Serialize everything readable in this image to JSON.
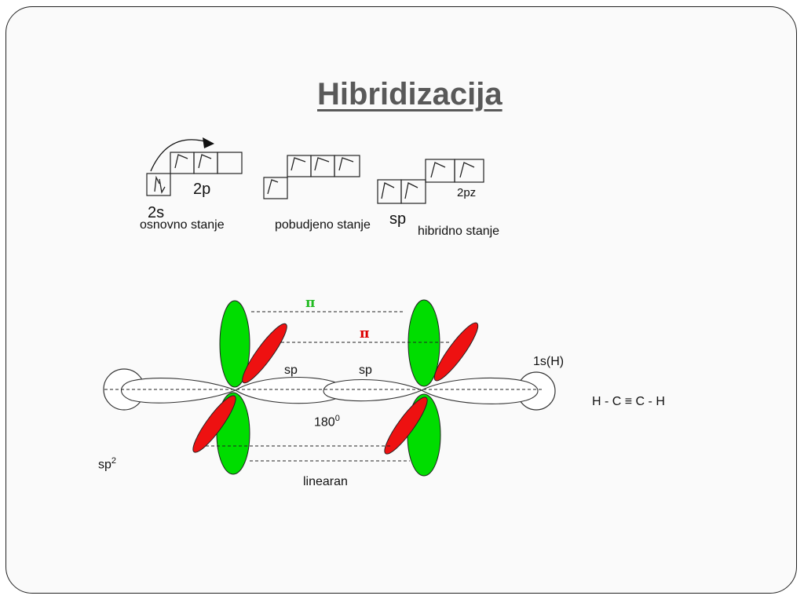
{
  "slide": {
    "title": "Hibridizacija",
    "config": {
      "orbital_2s": "2s",
      "orbital_2p": "2p",
      "ground_state": "osnovno stanje",
      "excited_state": "pobudjeno stanje",
      "orbital_sp": "sp",
      "orbital_2pz": "2pz",
      "hybrid_state": "hibridno stanje"
    },
    "diagram": {
      "pi_top": "π",
      "pi_mid": "π",
      "sp_left": "sp",
      "sp_right": "sp",
      "hydrogen_orbital": "1s(H)",
      "angle_base": "180",
      "angle_sup": "0",
      "left_label_base": "sp",
      "left_label_sup": "2",
      "shape": "linearan",
      "formula": "H - C ≡ C - H"
    },
    "colors": {
      "green_lobe": "#00dd00",
      "red_lobe": "#ee1111",
      "pi_green": "#22bb22",
      "pi_red": "#dd0000",
      "title": "#595959"
    }
  }
}
